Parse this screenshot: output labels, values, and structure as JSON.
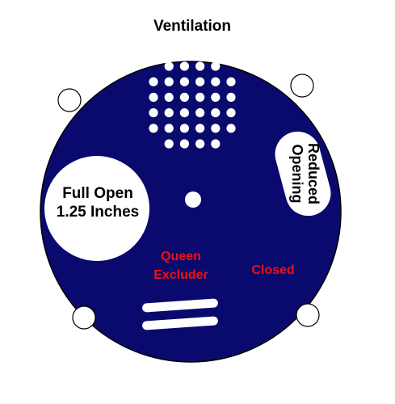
{
  "title": "Ventilation",
  "disc_color": "#0a0a6e",
  "opening_color": "#ffffff",
  "outline_color": "#000000",
  "label_text_color": "#000000",
  "accent_text_color": "#ee1111",
  "vent_grid_row_counts": [
    4,
    6,
    6,
    6,
    6,
    4
  ],
  "excluder_slot_count": 2,
  "labels": {
    "full_open_line1": "Full Open",
    "full_open_line2": "1.25 Inches",
    "reduced_line1": "Reduced",
    "reduced_line2": "Opening",
    "queen_line1": "Queen",
    "queen_line2": "Excluder",
    "closed": "Closed"
  }
}
